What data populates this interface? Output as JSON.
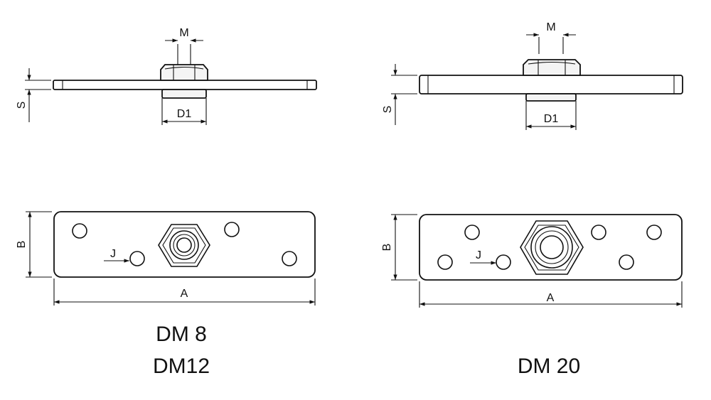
{
  "labels": {
    "M": "M",
    "S": "S",
    "D1": "D1",
    "B": "B",
    "A": "A",
    "J": "J"
  },
  "captions": {
    "left_line1": "DM 8",
    "left_line2": "DM12",
    "right": "DM 20"
  },
  "colors": {
    "line": "#111111",
    "background": "#ffffff"
  }
}
